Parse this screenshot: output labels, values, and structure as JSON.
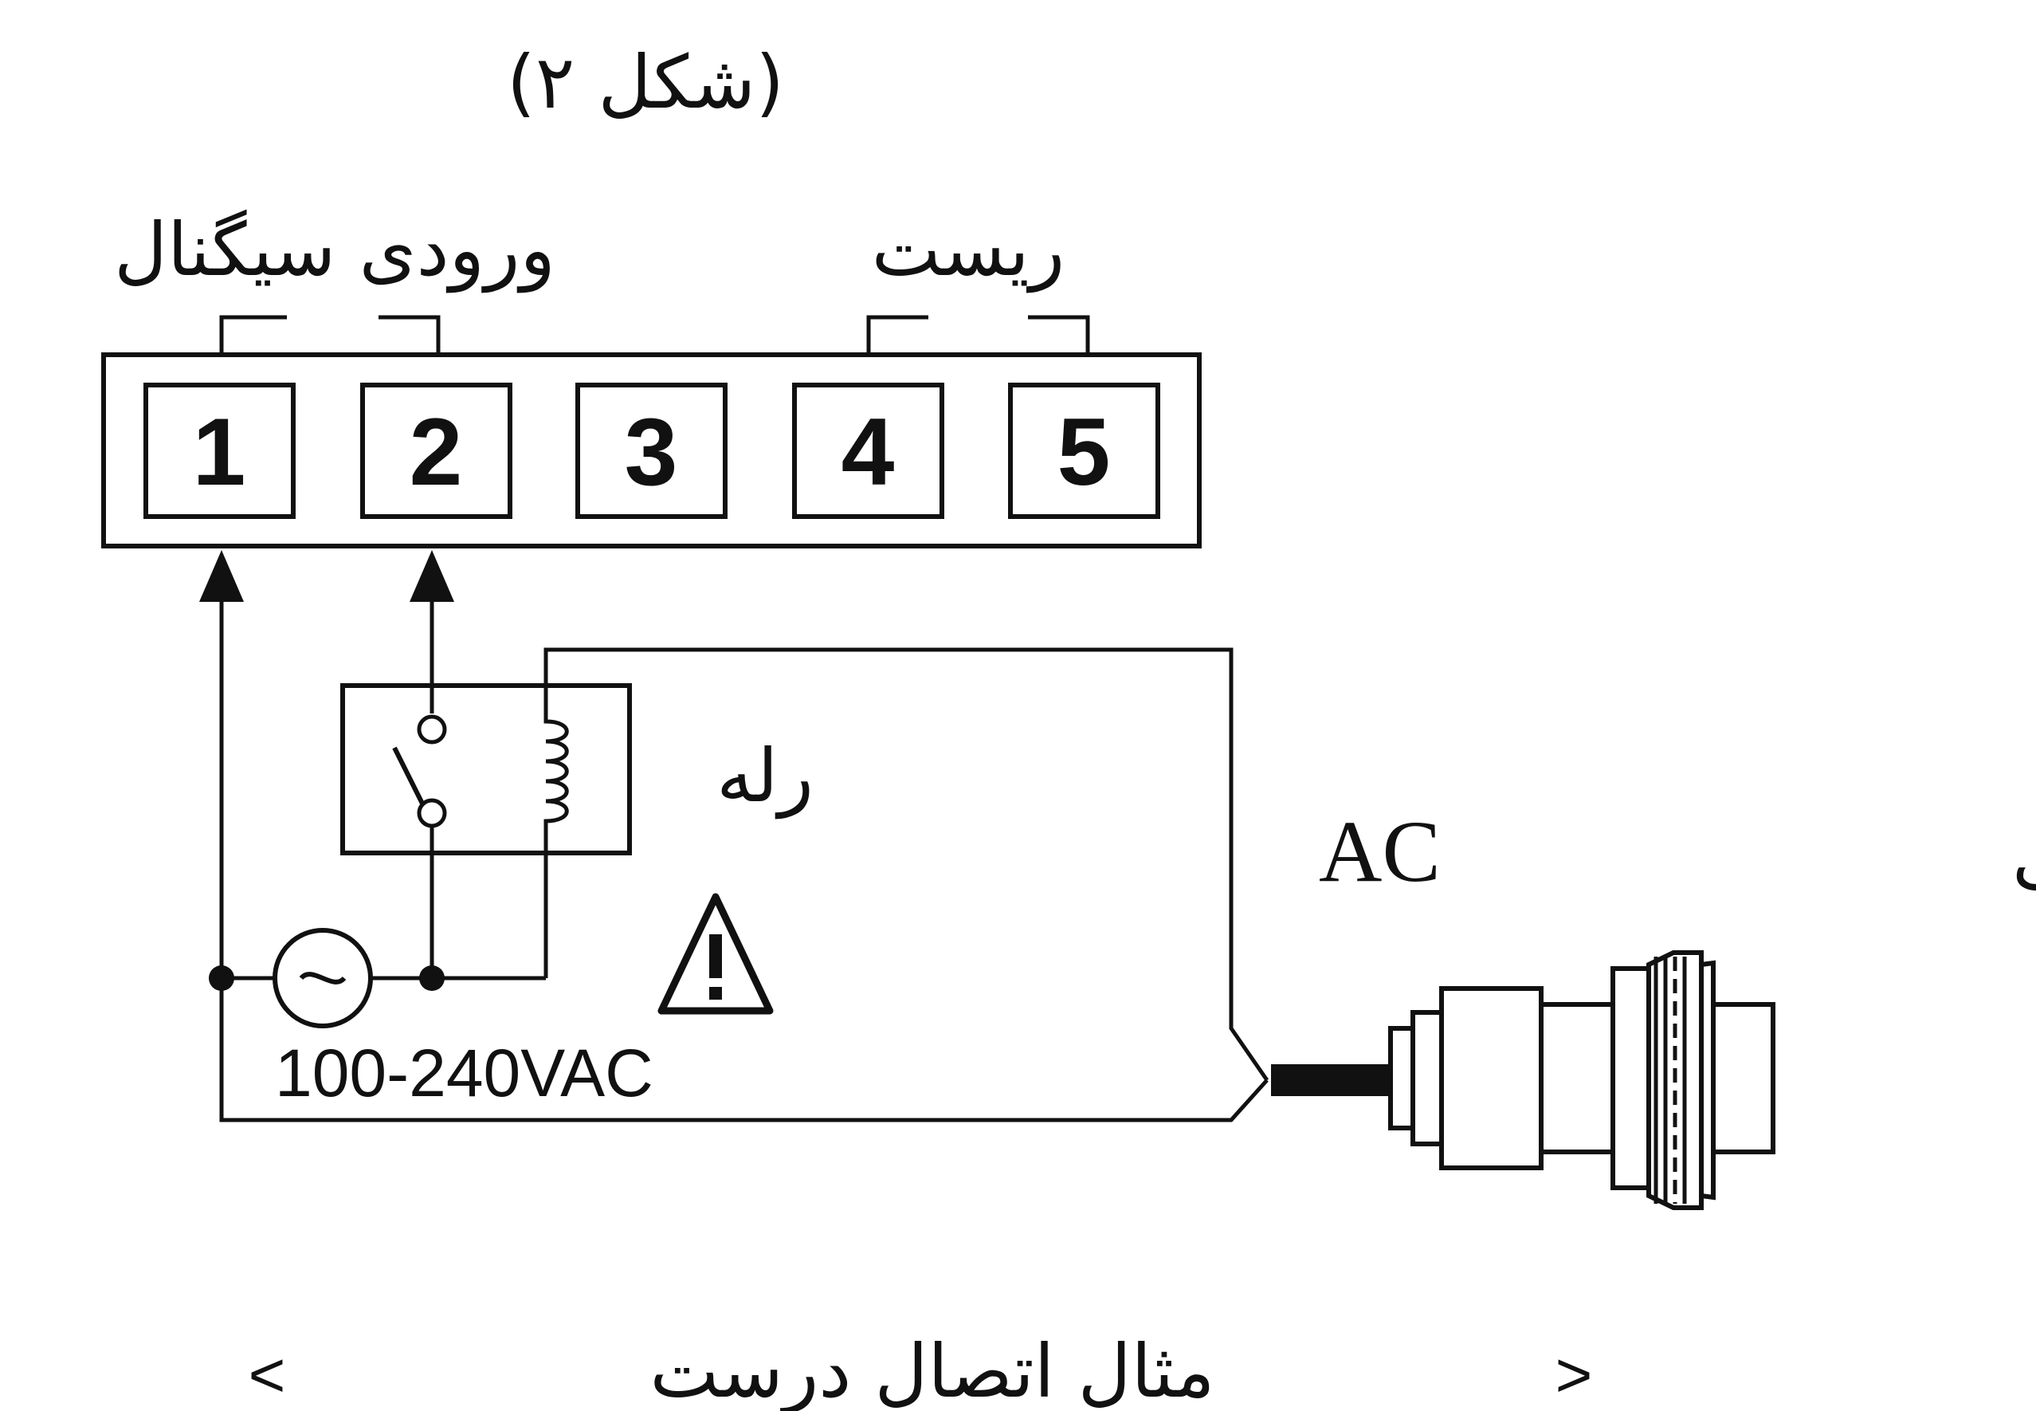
{
  "figure": {
    "caption": "(شکل ۲)",
    "labels": {
      "signal_input": "ورودی سیگنال",
      "reset": "ریست",
      "relay": "رله",
      "sensor_name": "سنسور مجاورتی",
      "sensor_type": "AC",
      "supply": "100-240VAC",
      "bottom_caption": "مثال اتصال درست",
      "left_chevron": "<",
      "right_chevron": ">"
    },
    "terminals": [
      "1",
      "2",
      "3",
      "4",
      "5"
    ]
  },
  "colors": {
    "ink": "#111111",
    "background": "#ffffff"
  },
  "icons": [
    "ac-source-icon",
    "warning-icon",
    "relay-coil-icon",
    "relay-switch-icon",
    "proximity-sensor-icon"
  ]
}
